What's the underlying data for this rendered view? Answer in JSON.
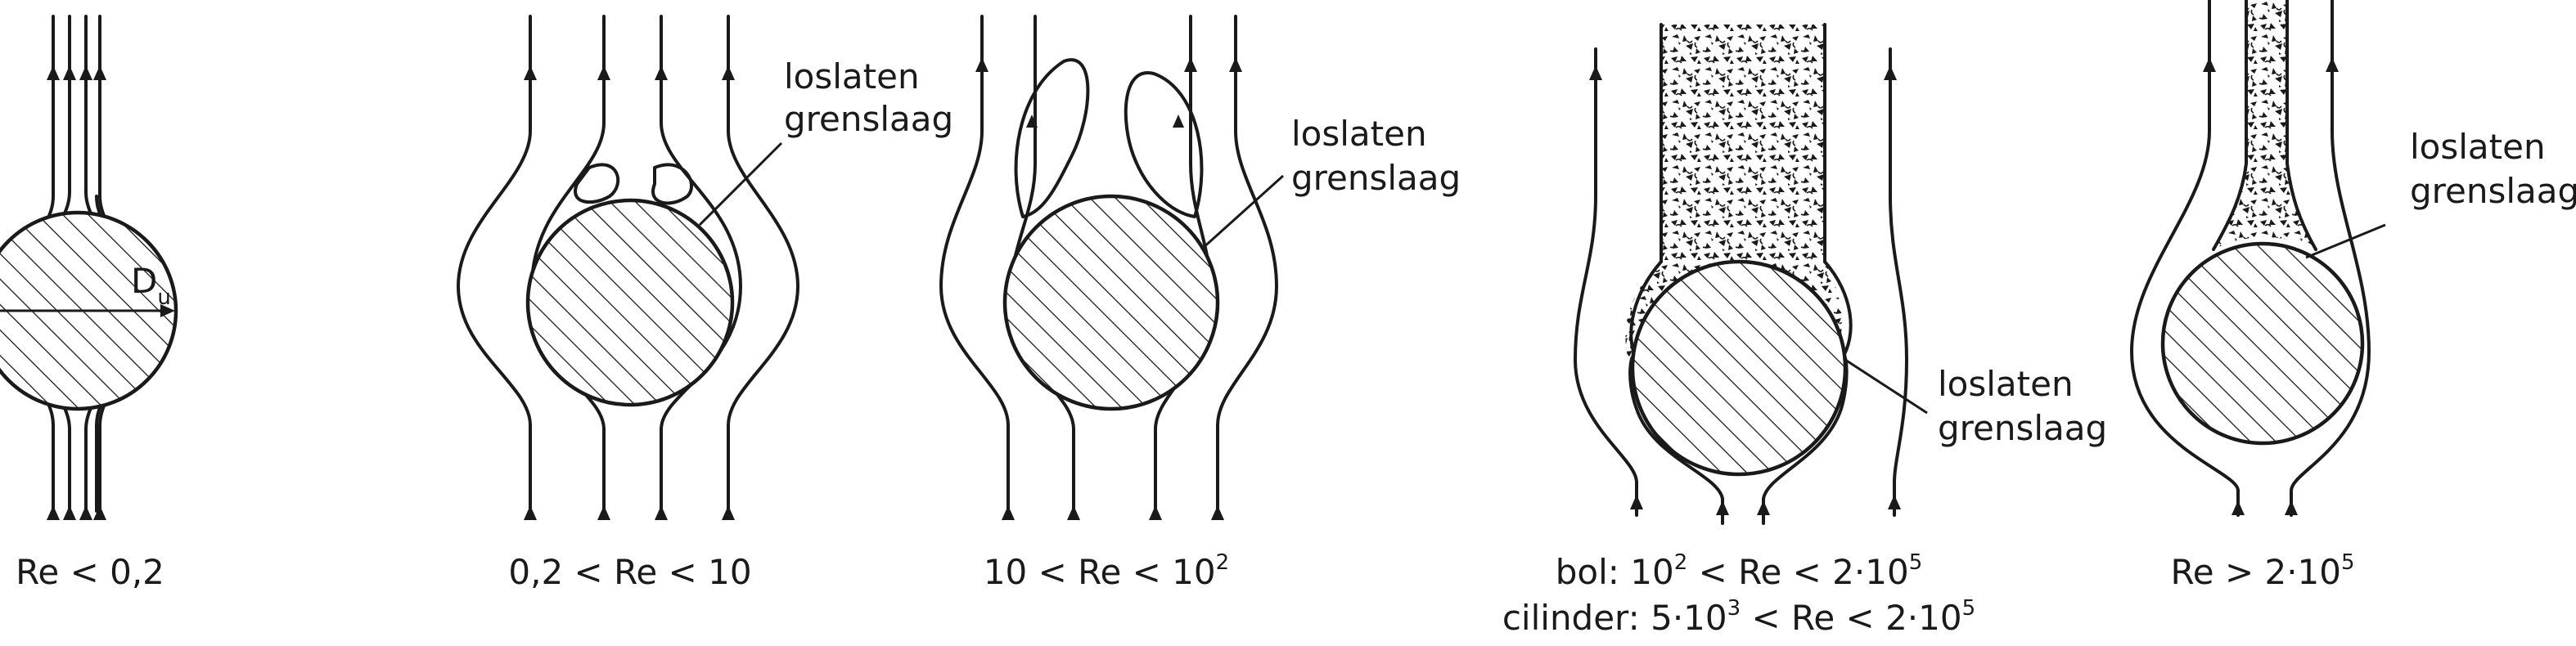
{
  "panels": [
    {
      "id": "re-lt-0-2",
      "caption": [
        "Re < 0,2"
      ],
      "diameter_label": {
        "main": "D",
        "sub": "u"
      }
    },
    {
      "id": "re-0-2-to-10",
      "caption": [
        "0,2 < Re < 10"
      ],
      "callout": [
        "loslaten",
        "grenslaag"
      ]
    },
    {
      "id": "re-10-to-10-2",
      "caption": [
        {
          "parts": [
            "10 < Re < 10",
            "2"
          ]
        }
      ],
      "callout": [
        "loslaten",
        "grenslaag"
      ]
    },
    {
      "id": "re-10-2-to-2e5",
      "caption": [
        {
          "parts": [
            "bol: 10",
            "2",
            " < Re < 2·10",
            "5"
          ]
        },
        {
          "parts": [
            "cilinder: 5·10",
            "3",
            " < Re < 2·10",
            "5"
          ]
        }
      ],
      "callout": [
        "loslaten",
        "grenslaag"
      ]
    },
    {
      "id": "re-gt-2e5",
      "caption": [
        {
          "parts": [
            "Re > 2·10",
            "5"
          ]
        }
      ],
      "callout": [
        "loslaten",
        "grenslaag"
      ]
    }
  ],
  "colors": {
    "ink": "#1a1a1a",
    "background": "#ffffff"
  }
}
